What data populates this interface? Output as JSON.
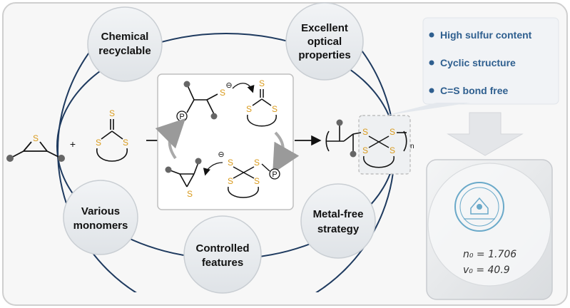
{
  "bubbles": {
    "chemical_recyclable": [
      "Chemical",
      "recyclable"
    ],
    "excellent_optical": [
      "Excellent",
      "optical",
      "properties"
    ],
    "various_monomers": [
      "Various",
      "monomers"
    ],
    "controlled_features": [
      "Controlled",
      "features"
    ],
    "metal_free": [
      "Metal-free",
      "strategy"
    ]
  },
  "features": [
    "High sulfur content",
    "Cyclic structure",
    "C=S bond free"
  ],
  "atoms": {
    "sulfur": "S",
    "polymer_label": "P",
    "anion": "⊖",
    "plus": "+",
    "repeat": "n"
  },
  "photo_note": {
    "line1": "n₀ = 1.706",
    "line2": "v₀ = 40.9",
    "logo_label": "university seal"
  },
  "colors": {
    "circle_stroke": "#1e3a5f",
    "bubble_fill": "#e9ecef",
    "sulfur": "#d99a1b",
    "feature_text": "#2f5f8f",
    "feature_bg": "#f1f3f6",
    "arrow_gray": "#aaaaaa"
  }
}
